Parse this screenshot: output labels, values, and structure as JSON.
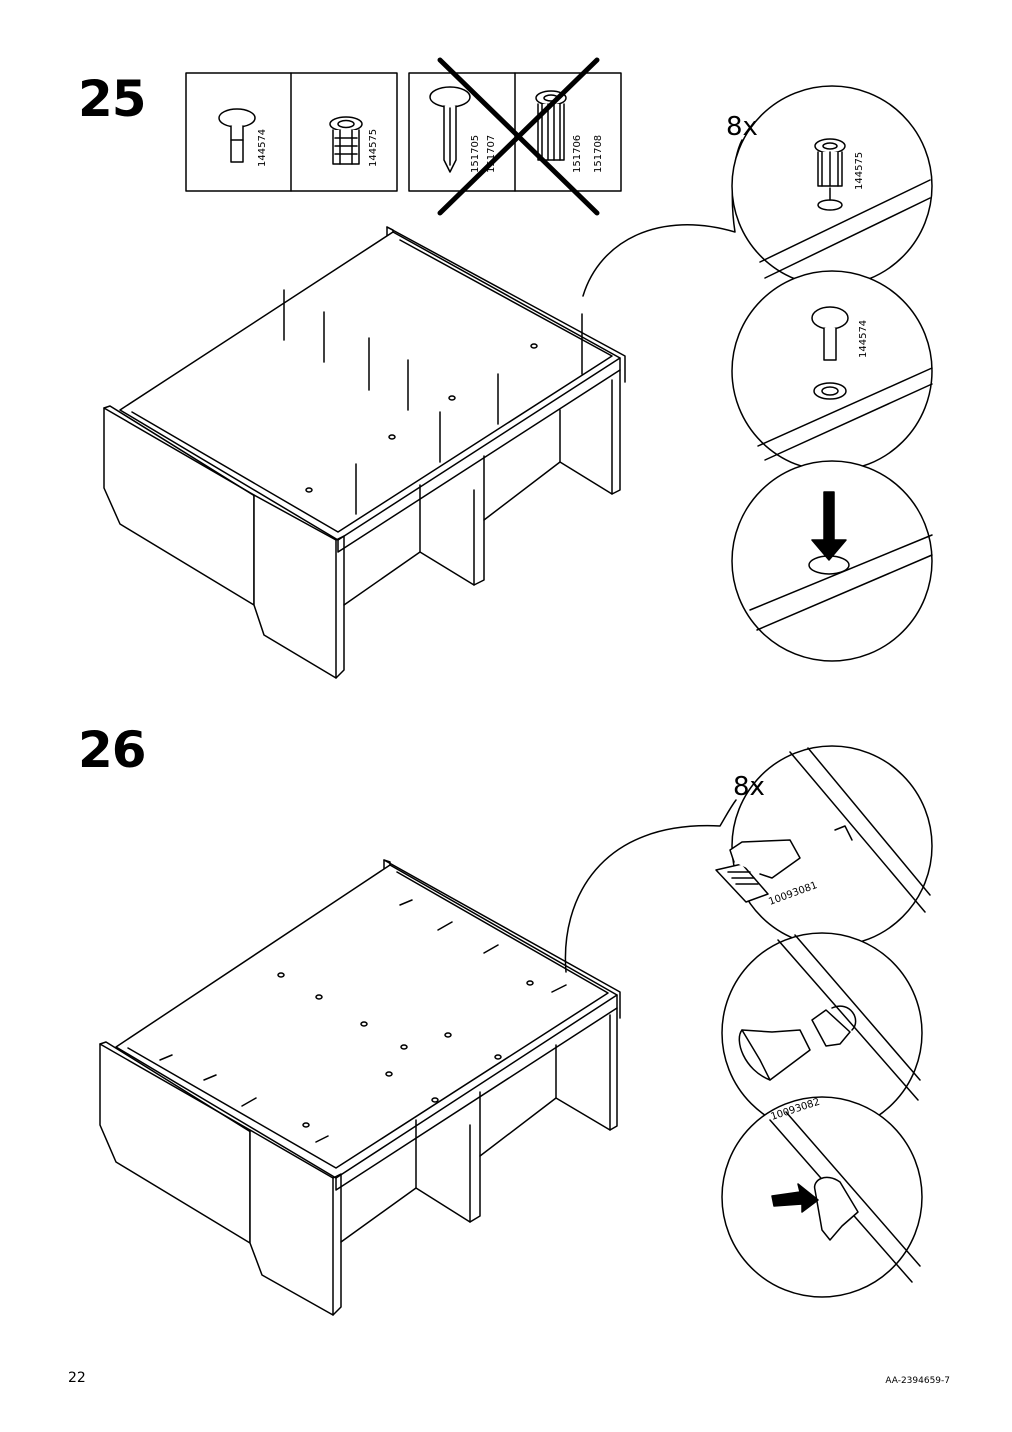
{
  "page": {
    "number": "22",
    "document_code": "AA-2394659-7"
  },
  "step25": {
    "number": "25",
    "parts_allowed": [
      "144574",
      "144575"
    ],
    "parts_not_allowed": [
      "151705",
      "151707",
      "151706",
      "151708"
    ],
    "quantity": "8x",
    "detail_labels": [
      "144575",
      "144574"
    ]
  },
  "step26": {
    "number": "26",
    "quantity": "8x",
    "detail_labels": [
      "10093081",
      "10093082"
    ]
  }
}
